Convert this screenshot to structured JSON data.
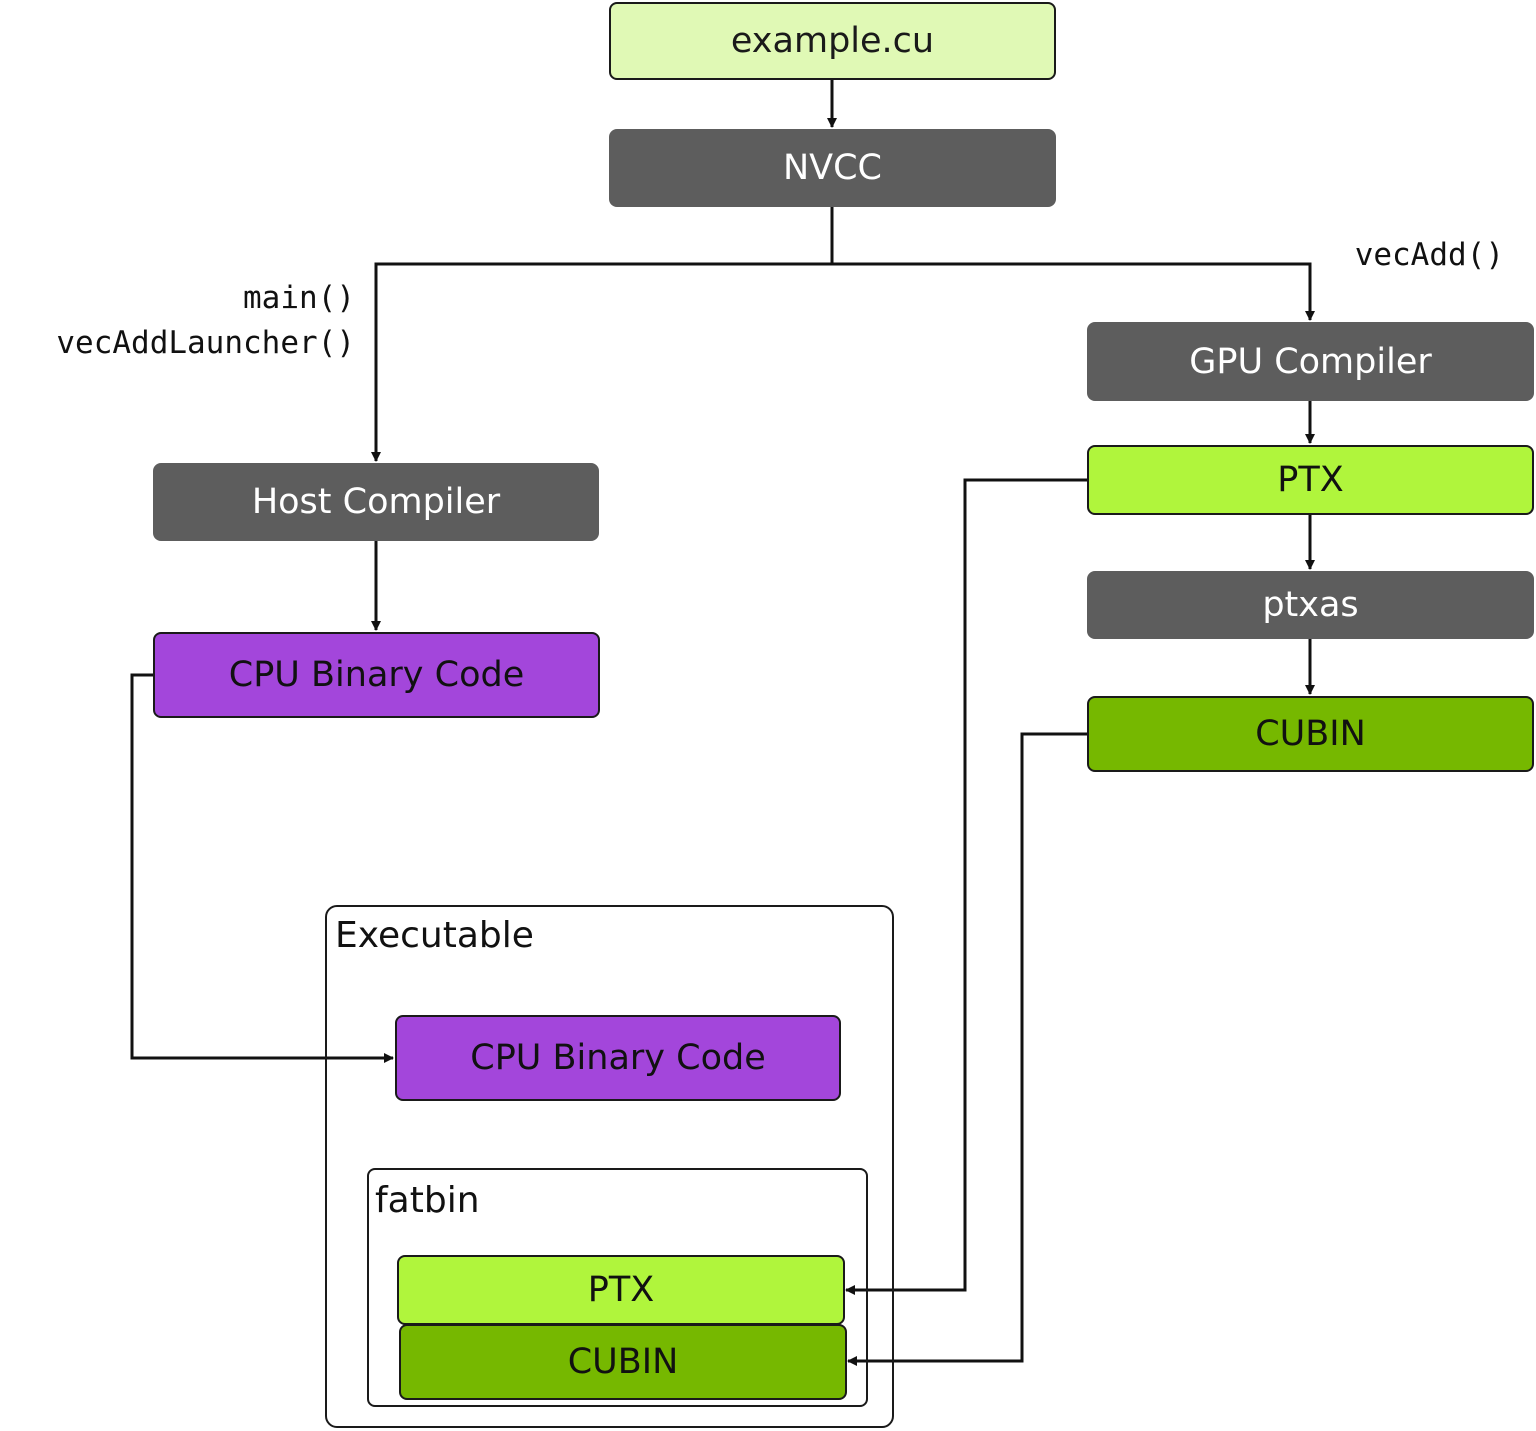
{
  "nodes": {
    "source": "example.cu",
    "nvcc": "NVCC",
    "host_compiler": "Host Compiler",
    "cpu_binary": "CPU Binary Code",
    "gpu_compiler": "GPU Compiler",
    "ptx": "PTX",
    "ptxas": "ptxas",
    "cubin": "CUBIN"
  },
  "labels": {
    "host_functions": [
      "main()",
      "vecAddLauncher()"
    ],
    "device_function": "vecAdd()"
  },
  "executable": {
    "title": "Executable",
    "cpu_binary": "CPU Binary Code",
    "fatbin": {
      "title": "fatbin",
      "ptx": "PTX",
      "cubin": "CUBIN"
    }
  },
  "colors": {
    "source": "#e0f9b5",
    "tool": "#5d5d5d",
    "cpu_binary": "#a346db",
    "ptx": "#b0f53c",
    "cubin": "#76b800",
    "line": "#111111"
  }
}
